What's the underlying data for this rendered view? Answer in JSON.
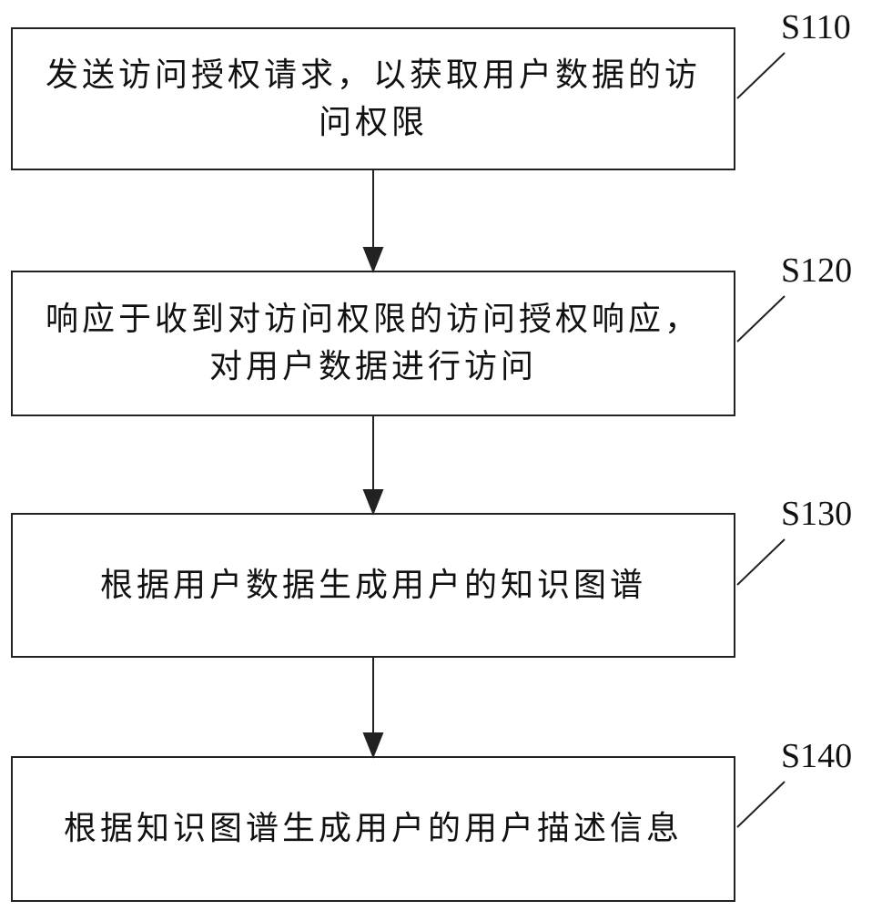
{
  "steps": [
    {
      "id": "S110",
      "text": "发送访问授权请求，以获取用户数据的访问权限"
    },
    {
      "id": "S120",
      "text": "响应于收到对访问权限的访问授权响应，对用户数据进行访问"
    },
    {
      "id": "S130",
      "text": "根据用户数据生成用户的知识图谱"
    },
    {
      "id": "S140",
      "text": "根据知识图谱生成用户的用户描述信息"
    }
  ]
}
